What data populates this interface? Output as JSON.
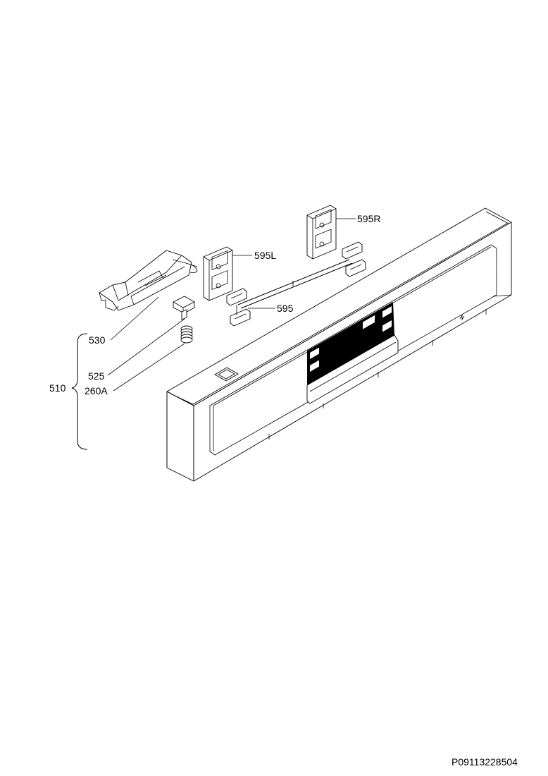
{
  "diagram": {
    "labels": {
      "p530": "530",
      "p525": "525",
      "p260A": "260A",
      "p510": "510",
      "p595L": "595L",
      "p595R": "595R",
      "p595": "595"
    },
    "footer_code": "P09113228504"
  }
}
